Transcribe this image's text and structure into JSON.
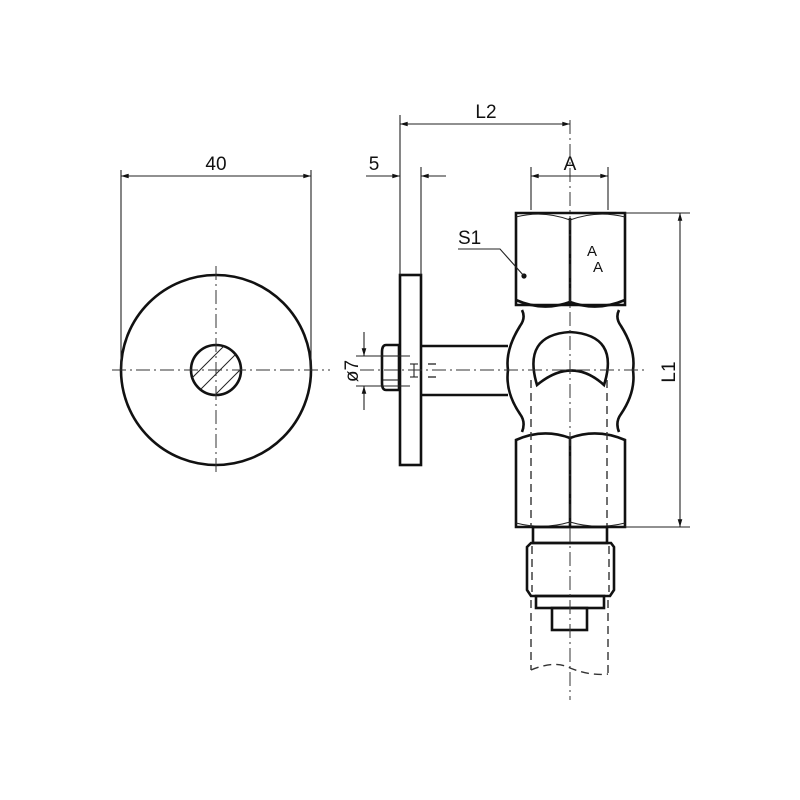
{
  "drawing": {
    "title": "Needle valve with handwheel - technical drawing",
    "views": [
      "front-view-handwheel",
      "side-view-valve"
    ]
  },
  "dimensions": {
    "handwheel_diameter": "40",
    "handwheel_thickness": "5",
    "stem_offset": "L2",
    "hex_width": "A",
    "body_length": "L1",
    "stem_diameter": "ø7"
  },
  "labels": {
    "wrench_size": "S1",
    "marking_top": "A",
    "marking_bottom": "A"
  },
  "colors": {
    "line": "#111111",
    "background": "#ffffff"
  }
}
